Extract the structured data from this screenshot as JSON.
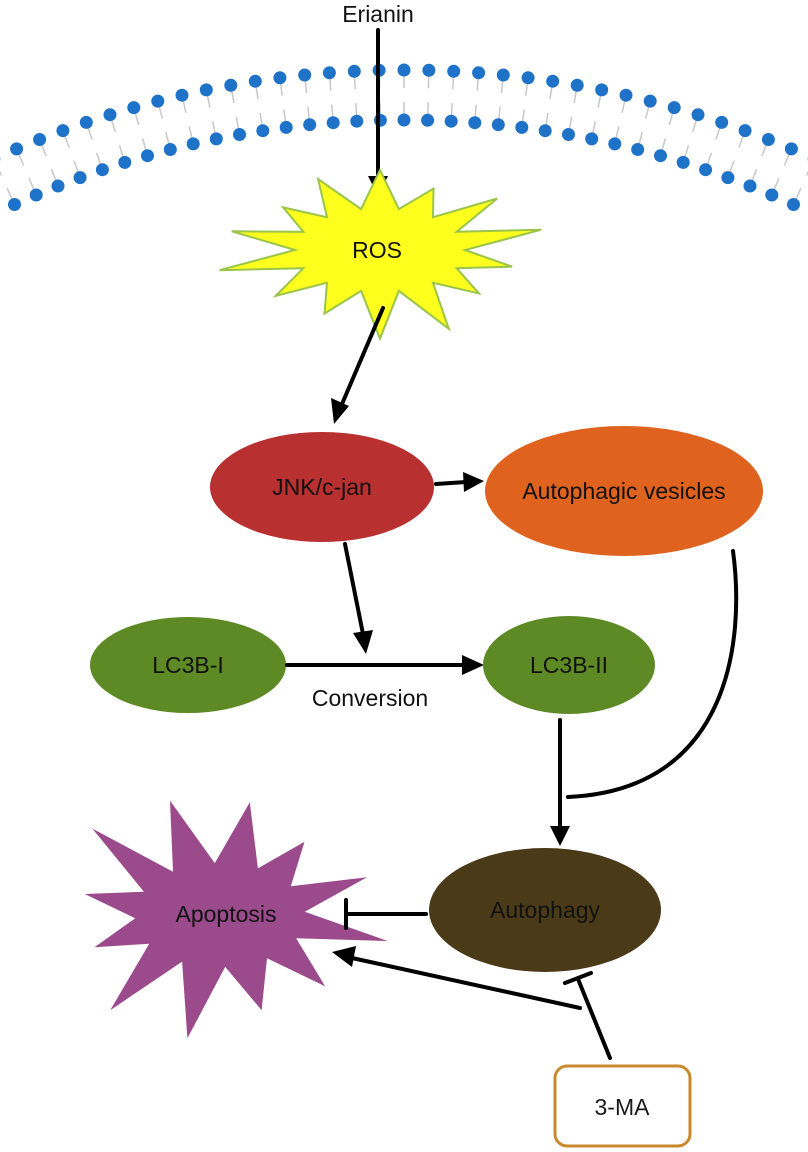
{
  "nodes": {
    "erianin": {
      "label": "Erianin"
    },
    "ros": {
      "label": "ROS",
      "color": "#ffff1e"
    },
    "jnk": {
      "label": "JNK/c-jan",
      "color": "#b8302f"
    },
    "vesicles": {
      "label": "Autophagic vesicles",
      "color": "#e0621f"
    },
    "lc3b1": {
      "label": "LC3B-I",
      "color": "#5d8a25"
    },
    "lc3b2": {
      "label": "LC3B-II",
      "color": "#5d8a25"
    },
    "autophagy": {
      "label": "Autophagy",
      "color": "#4a3a18"
    },
    "apoptosis": {
      "label": "Apoptosis",
      "color": "#9b4b8c"
    },
    "ma3": {
      "label": "3-MA",
      "border_color": "#c88a2c"
    }
  },
  "edges": {
    "conversion": {
      "label": "Conversion"
    }
  },
  "membrane": {
    "head_color": "#1e73c8",
    "tail_color": "#c8c8c8"
  }
}
